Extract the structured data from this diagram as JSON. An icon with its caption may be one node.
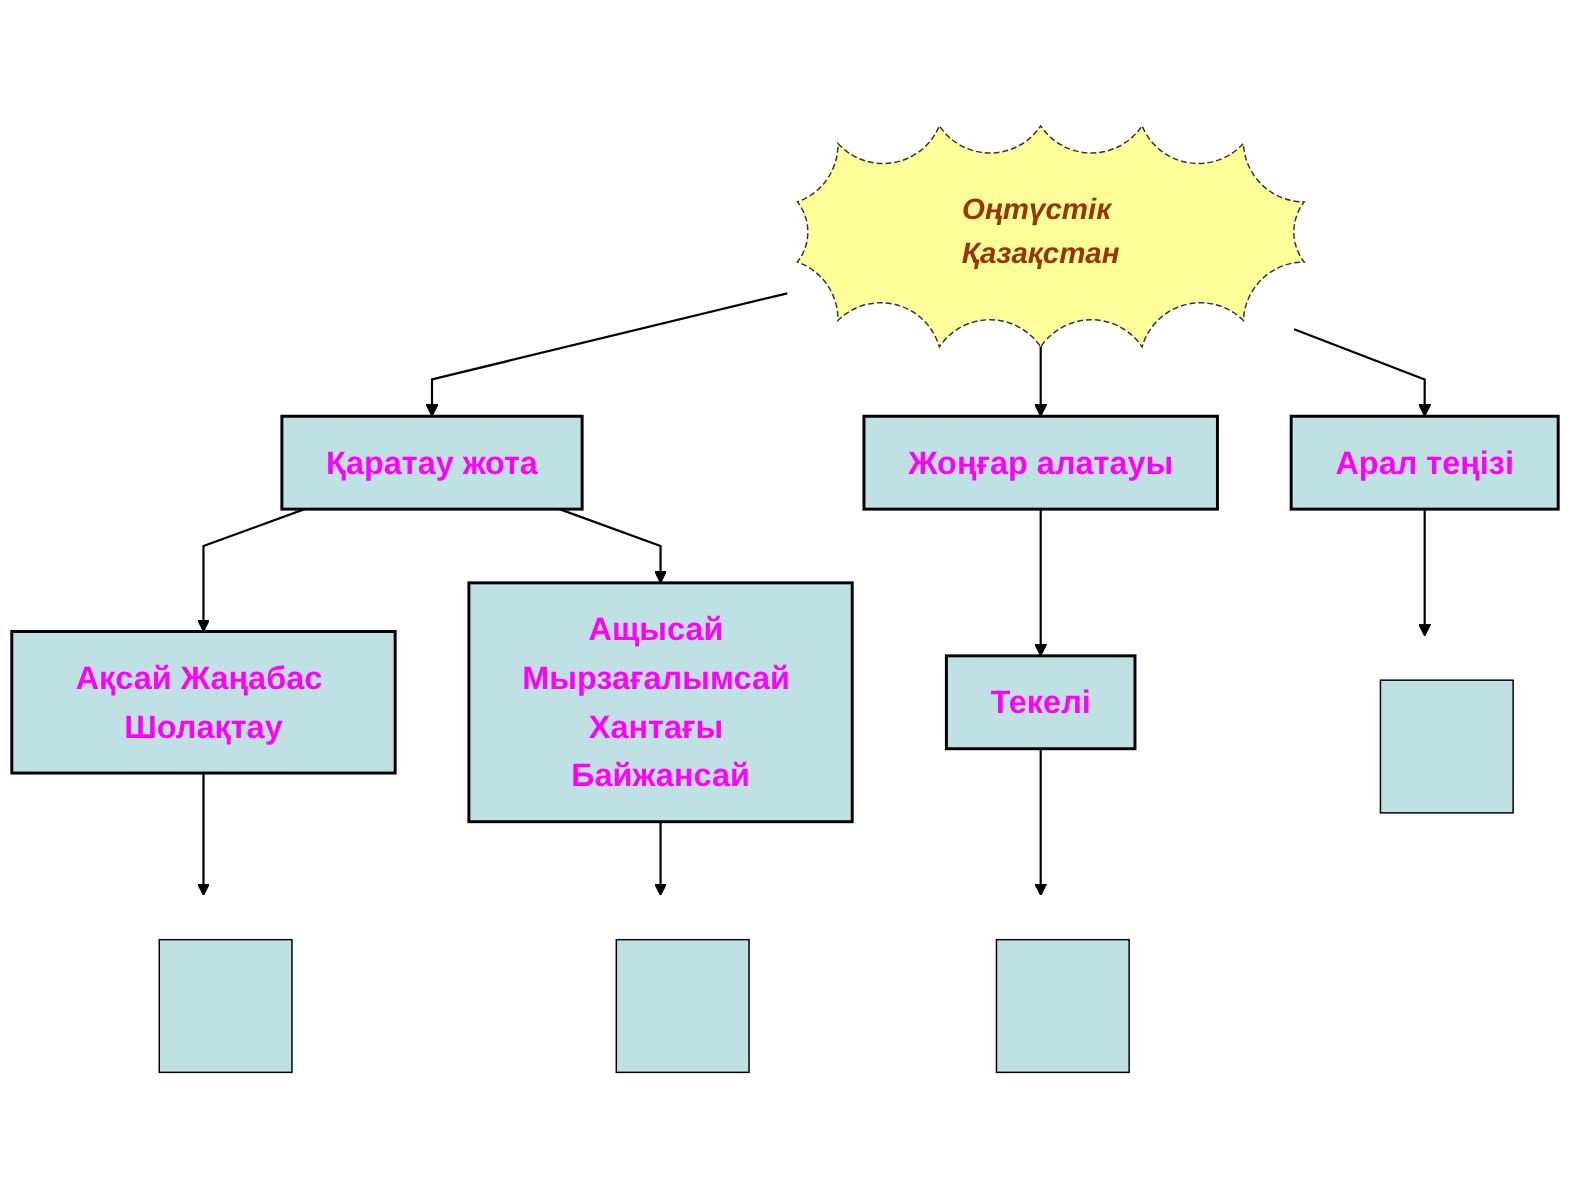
{
  "diagram": {
    "nodes": [
      {
        "text": [
          "Оңтүстік Қазақстан"
        ]
      },
      {
        "text": [
          "Қаратау жота"
        ]
      },
      {
        "text": [
          "Жоңғар алатауы"
        ]
      },
      {
        "text": [
          "Арал теңізі"
        ]
      },
      {
        "text": [
          "Текелі"
        ]
      },
      {
        "text": [],
        "shape": "box"
      },
      {
        "text": [],
        "shape": "box"
      },
      {
        "text": [
          "Ақсай Жаңабас Шолақтау"
        ]
      },
      {
        "text": [
          "Ащысай Мырзағалымсай Хантағы Байжансай"
        ]
      },
      {
        "text": [],
        "shape": "box"
      },
      {
        "text": [],
        "shape": "box"
      }
    ],
    "edges": [
      {
        "from": 0,
        "to": 1,
        "arrow": "to"
      },
      {
        "from": 0,
        "to": 2,
        "arrow": "to"
      },
      {
        "from": 0,
        "to": 3,
        "arrow": "to"
      },
      {
        "from": 2,
        "to": 4,
        "arrow": "to"
      },
      {
        "from": 1,
        "to": 7,
        "arrow": "to"
      },
      {
        "from": 1,
        "to": 8,
        "arrow": "to"
      },
      {
        "from": 4,
        "to": 5,
        "arrow": "to"
      },
      {
        "from": 3,
        "to": 6,
        "arrow": "to"
      },
      {
        "from": 7,
        "to": 9,
        "arrow": "to"
      },
      {
        "from": 8,
        "to": 10,
        "arrow": "to"
      }
    ]
  }
}
